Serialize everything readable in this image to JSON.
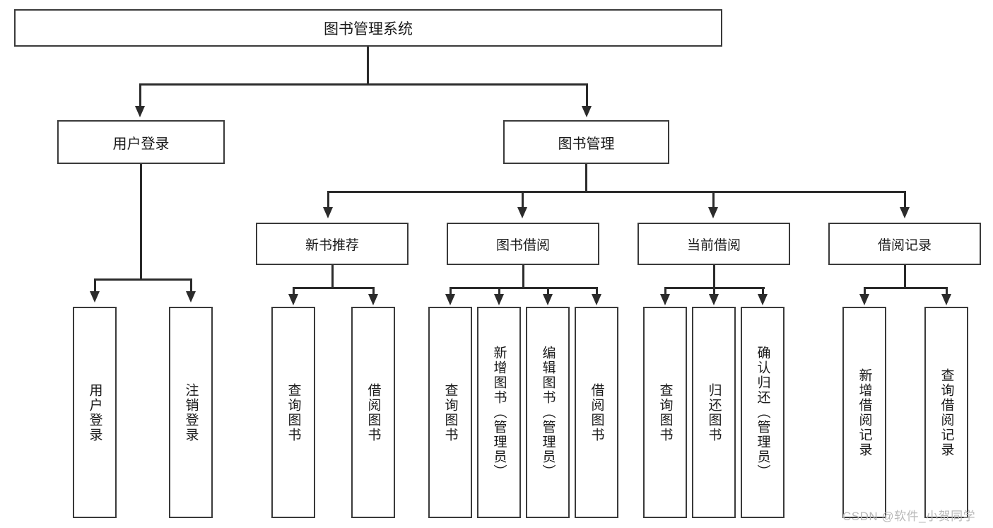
{
  "diagram": {
    "type": "hierarchy-tree",
    "title_text": "图书管理系统",
    "root": {
      "label": "图书管理系统"
    },
    "level2": [
      {
        "label": "用户登录"
      },
      {
        "label": "图书管理"
      }
    ],
    "level3": [
      {
        "label": "新书推荐"
      },
      {
        "label": "图书借阅"
      },
      {
        "label": "当前借阅"
      },
      {
        "label": "借阅记录"
      }
    ],
    "leaves": {
      "user_login": [
        {
          "label": "用户登录"
        },
        {
          "label": "注销登录"
        }
      ],
      "new_book_recommend": [
        {
          "label": "查询图书"
        },
        {
          "label": "借阅图书"
        }
      ],
      "book_borrow": [
        {
          "label": "查询图书"
        },
        {
          "label": "新增图书（管理员）"
        },
        {
          "label": "编辑图书（管理员）"
        },
        {
          "label": "借阅图书"
        }
      ],
      "current_borrow": [
        {
          "label": "查询图书"
        },
        {
          "label": "归还图书"
        },
        {
          "label": "确认归还（管理员）"
        }
      ],
      "borrow_record": [
        {
          "label": "新增借阅记录"
        },
        {
          "label": "查询借阅记录"
        }
      ]
    }
  },
  "watermark": {
    "text": "CSDN @软件_小贺同学"
  },
  "colors": {
    "box_border": "#3a3a3a",
    "edge": "#2b2b2b",
    "text": "#1b1b1b",
    "background": "#ffffff",
    "watermark": "#b9b9b9"
  }
}
